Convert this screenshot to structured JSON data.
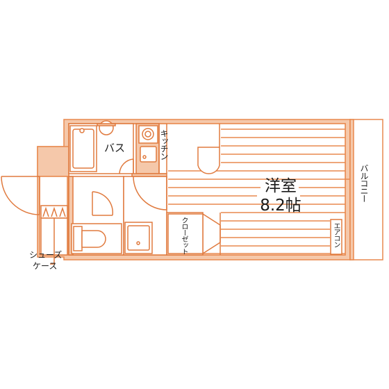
{
  "colors": {
    "wall": "#f5c8aa",
    "wall_line": "#e8894e",
    "fixture_line": "#e07a3e",
    "text": "#1a1a1a",
    "background": "#ffffff"
  },
  "labels": {
    "bath": "バス",
    "kitchen": "キッチン",
    "room_name": "洋室",
    "room_size": "8.2帖",
    "closet": "クローゼット",
    "aircon": "エアコン",
    "balcony": "バルコニー",
    "shoe_case_line1": "シューズ",
    "shoe_case_line2": "ケース"
  }
}
